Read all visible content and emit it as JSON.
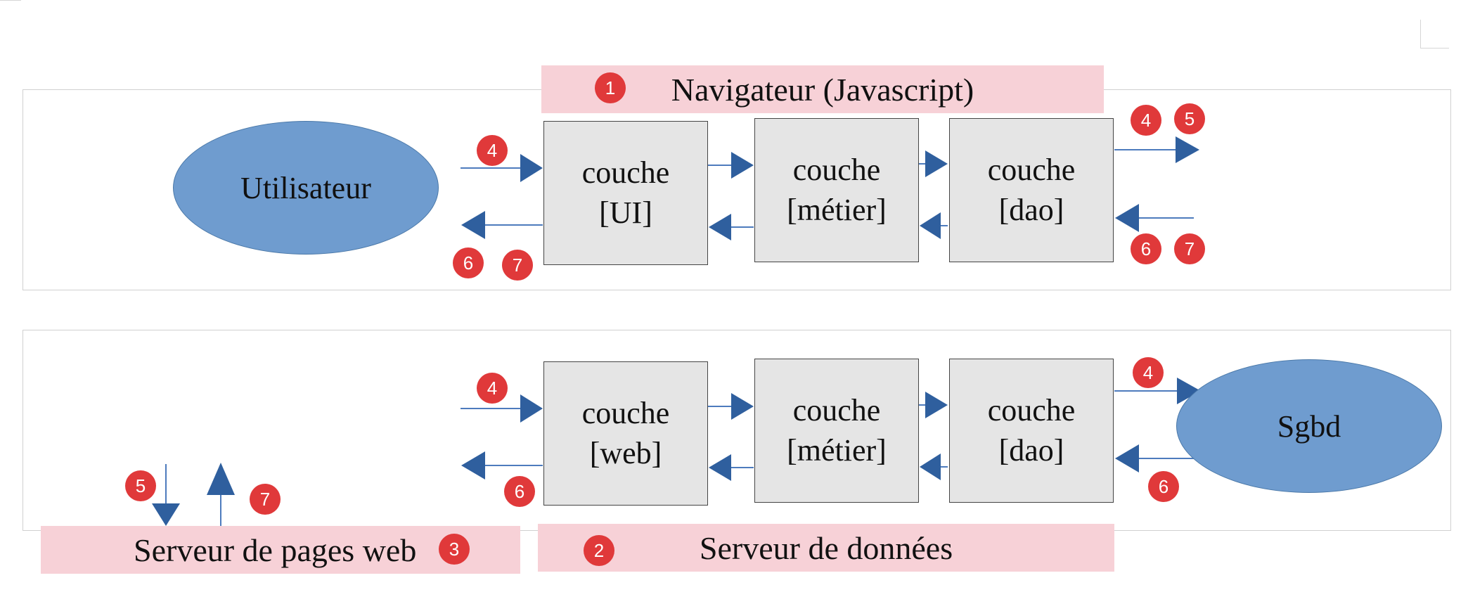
{
  "top": {
    "banner": {
      "label": "Navigateur (Javascript)",
      "badge": "1"
    },
    "user": "Utilisateur",
    "layers": [
      {
        "line1": "couche",
        "line2": "[UI]"
      },
      {
        "line1": "couche",
        "line2": "[métier]"
      },
      {
        "line1": "couche",
        "line2": "[dao]"
      }
    ],
    "badges": {
      "in_left": "4",
      "out_left_a": "6",
      "out_left_b": "7",
      "out_right_a": "4",
      "out_right_b": "5",
      "in_right_a": "6",
      "in_right_b": "7"
    }
  },
  "bottom": {
    "web_banner": {
      "label": "Serveur de pages web",
      "badge": "3"
    },
    "data_banner": {
      "label": "Serveur de données",
      "badge": "2"
    },
    "db": "Sgbd",
    "layers": [
      {
        "line1": "couche",
        "line2": "[web]"
      },
      {
        "line1": "couche",
        "line2": "[métier]"
      },
      {
        "line1": "couche",
        "line2": "[dao]"
      }
    ],
    "badges": {
      "in_left": "4",
      "out_left": "6",
      "out_right": "4",
      "in_right": "6",
      "down": "5",
      "up": "7"
    }
  },
  "colors": {
    "banner": "#f7d1d7",
    "layer_fill": "#e5e5e5",
    "ellipse_fill": "#6f9ccf",
    "arrow": "#2f5f9e",
    "badge": "#e0393a"
  }
}
